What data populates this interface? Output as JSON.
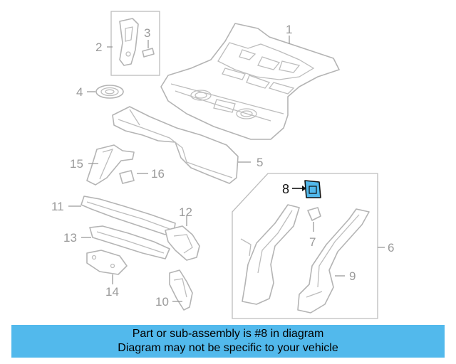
{
  "diagram": {
    "callouts": {
      "c1": "1",
      "c2": "2",
      "c3": "3",
      "c4": "4",
      "c5": "5",
      "c6": "6",
      "c7": "7",
      "c8": "8",
      "c9": "9",
      "c10": "10",
      "c11": "11",
      "c12": "12",
      "c13": "13",
      "c14": "14",
      "c15": "15",
      "c16": "16"
    },
    "highlighted_part": "8",
    "highlight_color": "#52b9ec"
  },
  "banner": {
    "line1": "Part or sub-assembly is #8 in diagram",
    "line2": "Diagram may not be specific to your vehicle",
    "background": "#52b9ec"
  }
}
